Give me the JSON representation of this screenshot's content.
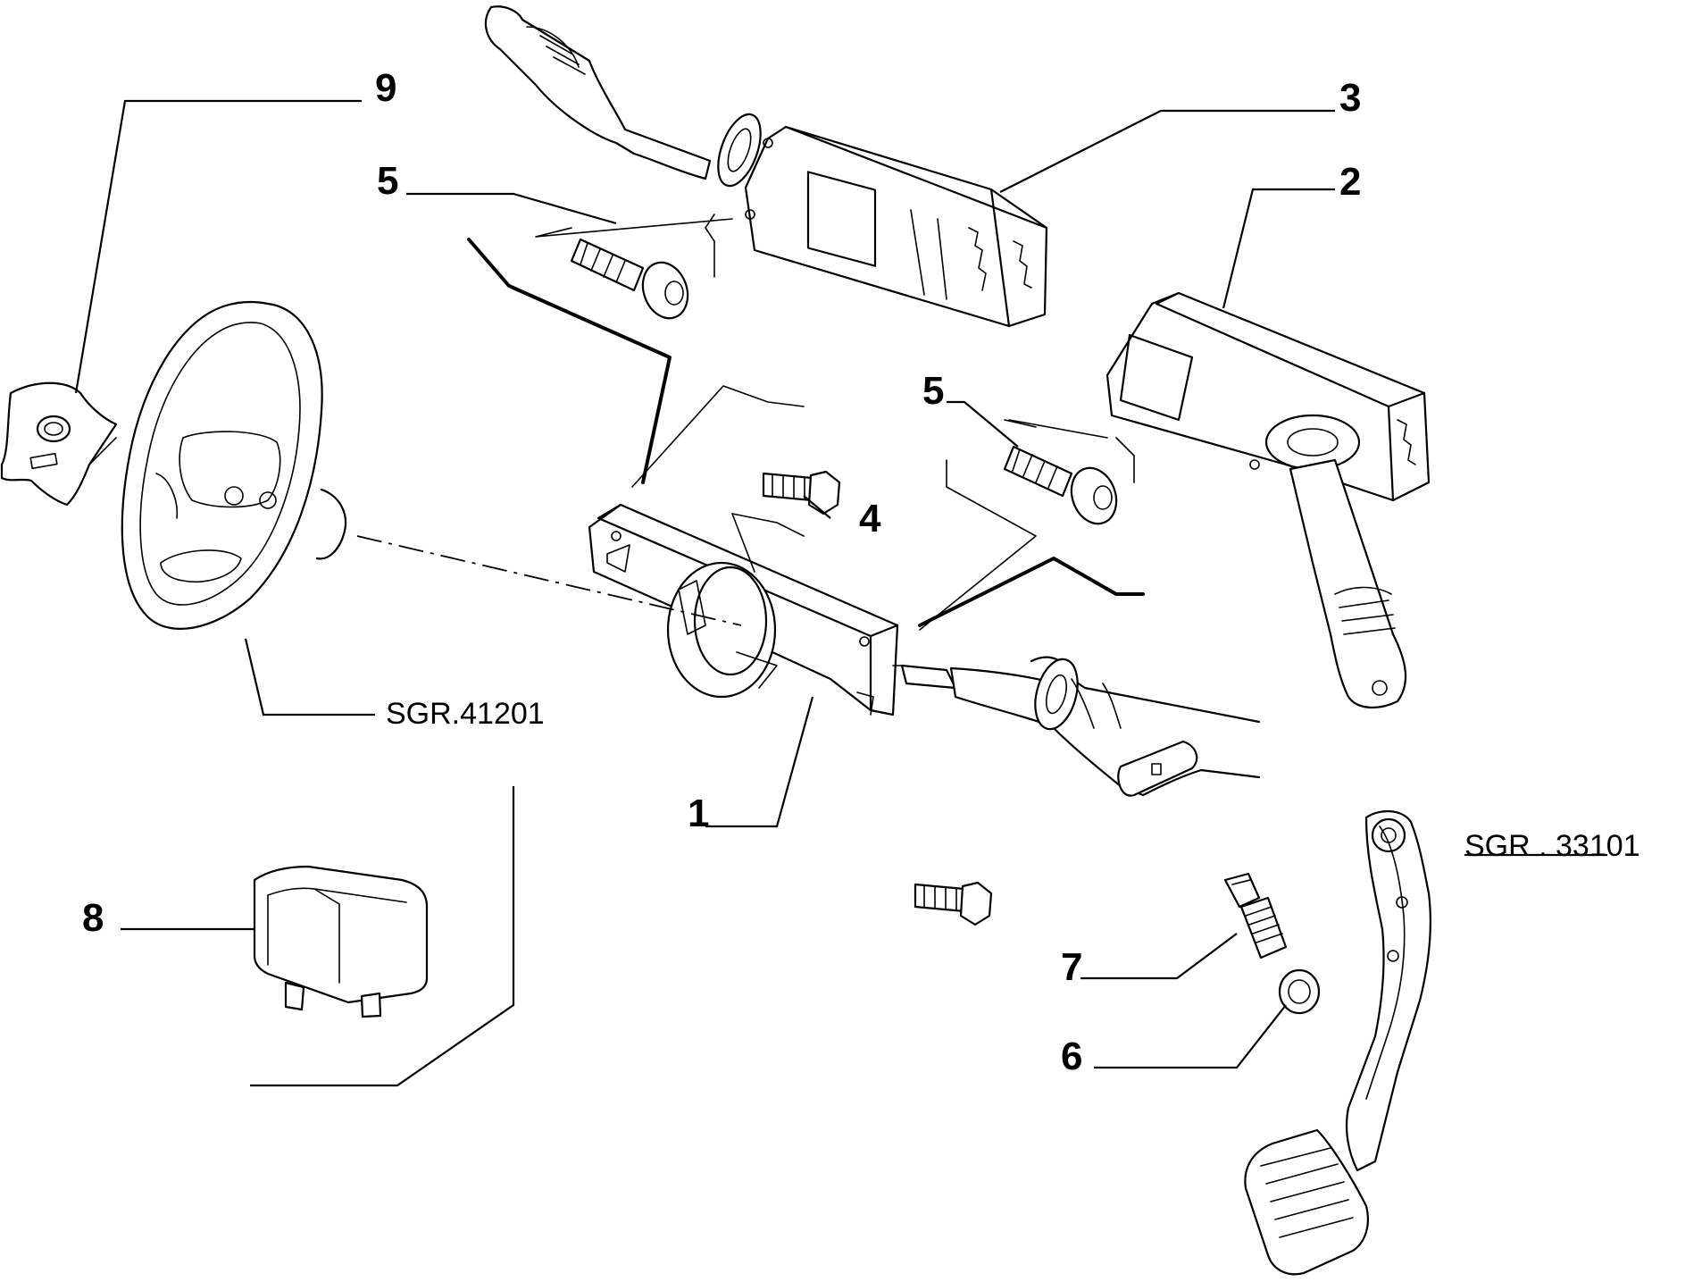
{
  "callouts": {
    "c1": "1",
    "c2": "2",
    "c3": "3",
    "c4": "4",
    "c5a": "5",
    "c5b": "5",
    "c6": "6",
    "c7": "7",
    "c8": "8",
    "c9": "9"
  },
  "references": {
    "steering_wheel": "SGR.41201",
    "pedal": "SGR . 33101"
  }
}
